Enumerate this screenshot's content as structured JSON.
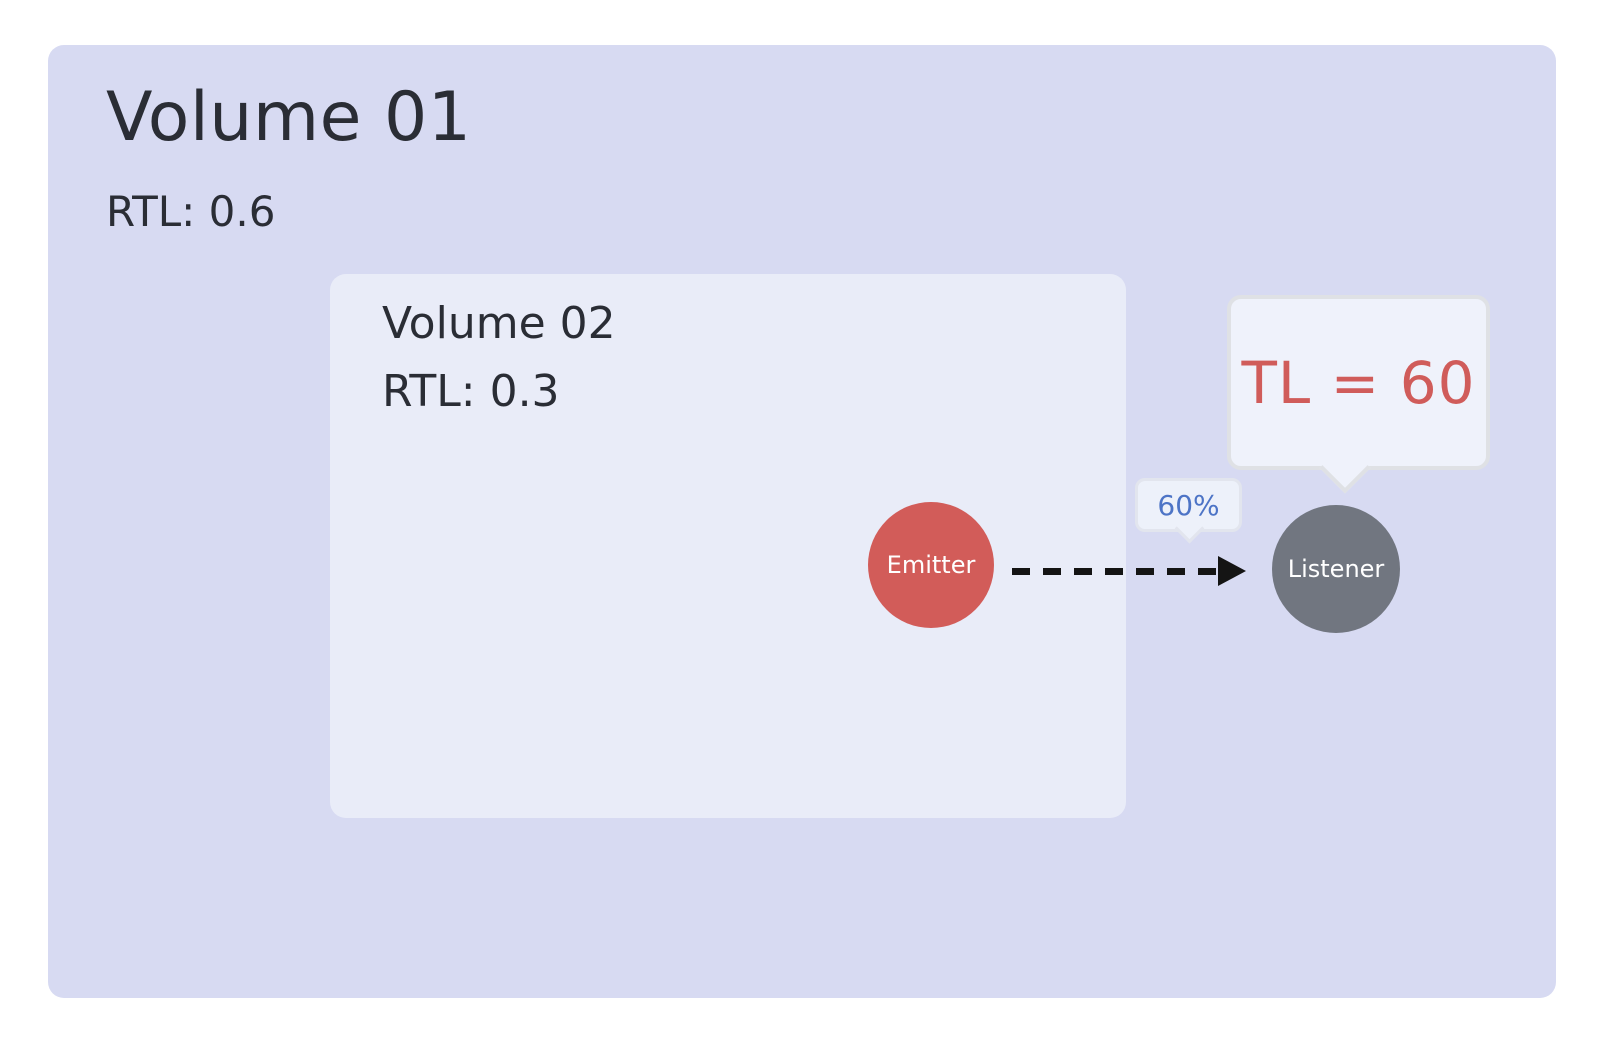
{
  "page": {
    "background_color": "#ffffff",
    "text_color": "#2a2d35"
  },
  "volume01": {
    "title": "Volume 01",
    "rtl_label": "RTL: 0.6",
    "bg_color": "#d7daf2"
  },
  "volume02": {
    "title": "Volume 02",
    "rtl_label": "RTL: 0.3",
    "bg_color": "#e9ecf8"
  },
  "emitter": {
    "label": "Emitter",
    "color": "#d25c59",
    "text_color": "#ffffff"
  },
  "listener": {
    "label": "Listener",
    "color": "#717680",
    "text_color": "#ffffff"
  },
  "attenuation_arrow": {
    "style": "dashed",
    "direction": "emitter-to-listener",
    "color": "#141414",
    "badge_label": "60%",
    "badge_text_color": "#4d74c6",
    "badge_bg_color": "#edf1fa"
  },
  "tl_callout": {
    "text": "TL = 60",
    "text_color": "#d05c5a",
    "bg_color": "#eff2fb",
    "border_color": "#dfe1e5",
    "points_to": "listener"
  }
}
